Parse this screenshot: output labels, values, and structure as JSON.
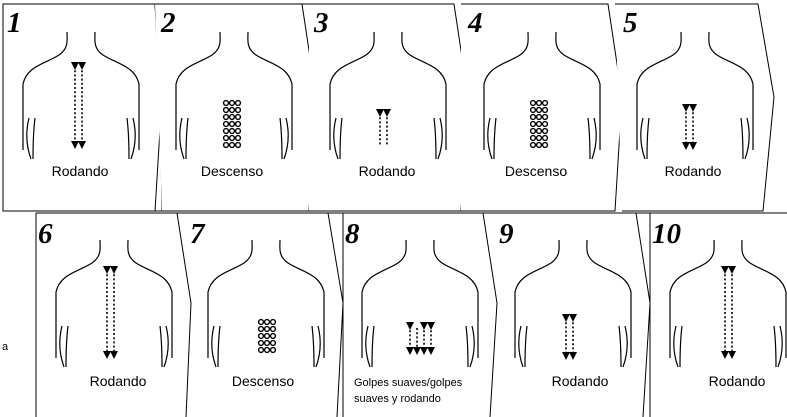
{
  "edge_text": "a",
  "panels": [
    {
      "number": "1",
      "label": "Rodando"
    },
    {
      "number": "2",
      "label": "Descenso"
    },
    {
      "number": "3",
      "label": "Rodando"
    },
    {
      "number": "4",
      "label": "Descenso"
    },
    {
      "number": "5",
      "label": "Rodando"
    },
    {
      "number": "6",
      "label": "Rodando"
    },
    {
      "number": "7",
      "label": "Descenso"
    },
    {
      "number": "8",
      "label_line1": "Golpes suaves/golpes",
      "label_line2": "suaves y rodando"
    },
    {
      "number": "9",
      "label": "Rodando"
    },
    {
      "number": "10",
      "label": "Rodando"
    }
  ]
}
